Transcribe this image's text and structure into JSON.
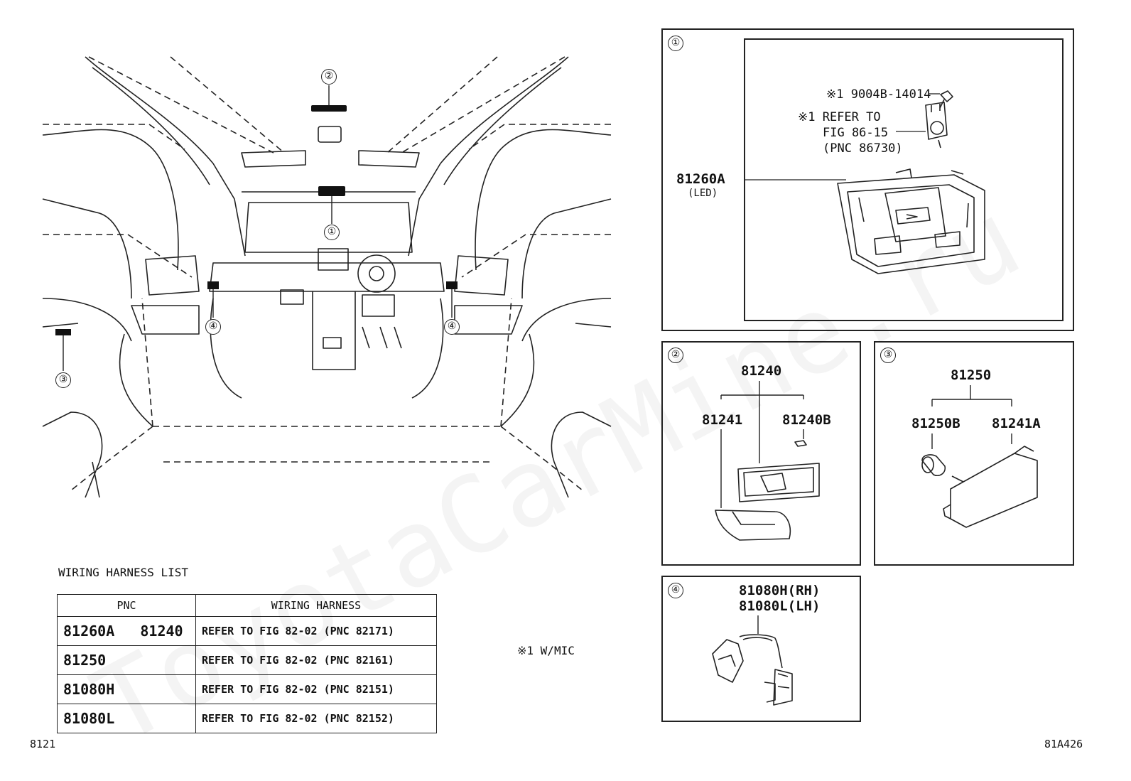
{
  "main_view": {
    "callouts": [
      "②",
      "①",
      "③",
      "④",
      "④"
    ]
  },
  "harness_list": {
    "title": "WIRING HARNESS LIST",
    "columns": [
      "PNC",
      "WIRING HARNESS"
    ],
    "rows": [
      {
        "pnc": "81260A   81240",
        "harness": "REFER TO FIG 82-02 (PNC 82171)"
      },
      {
        "pnc": "81250",
        "harness": "REFER TO FIG 82-02 (PNC 82161)"
      },
      {
        "pnc": "81080H",
        "harness": "REFER TO FIG 82-02 (PNC 82151)"
      },
      {
        "pnc": "81080L",
        "harness": "REFER TO FIG 82-02 (PNC 82152)"
      }
    ]
  },
  "footnote": "※1 W/MIC",
  "figure_code_left": "8121",
  "figure_code_right": "81A426",
  "watermark": "ToyotaCarMine.ru",
  "panel1": {
    "marker": "①",
    "screw_pn": "※1 9004B-14014",
    "refer_line1": "※1 REFER TO",
    "refer_line2": "FIG 86-15",
    "refer_line3": "(PNC 86730)",
    "main_pn": "81260A",
    "main_sub": "(LED)"
  },
  "panel2": {
    "marker": "②",
    "top_pn": "81240",
    "left_pn": "81241",
    "right_pn": "81240B"
  },
  "panel3": {
    "marker": "③",
    "top_pn": "81250",
    "left_pn": "81250B",
    "right_pn": "81241A"
  },
  "panel4": {
    "marker": "④",
    "pn_rh": "81080H(RH)",
    "pn_lh": "81080L(LH)"
  }
}
